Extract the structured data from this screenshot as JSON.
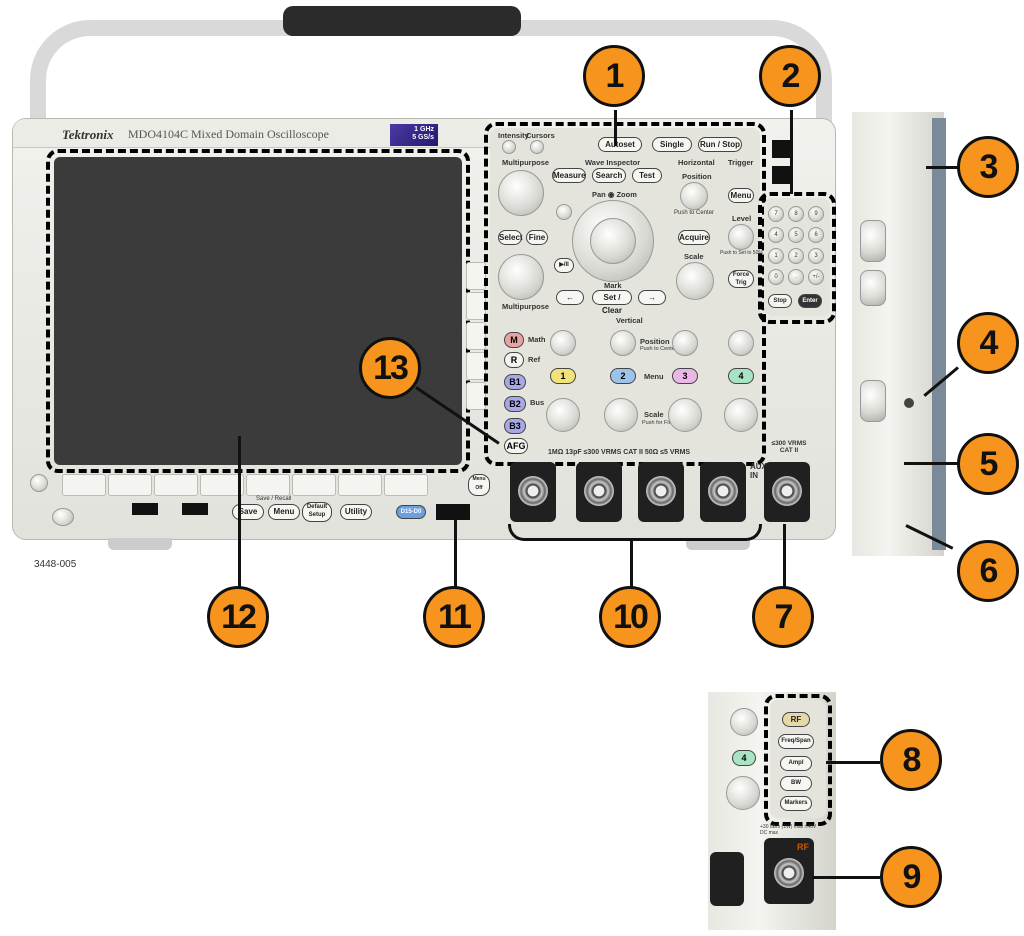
{
  "instrument": {
    "brand": "Tektronix",
    "model": "MDO4104C Mixed Domain Oscilloscope",
    "badge_line1": "1 GHz",
    "badge_line2": "5 GS/s",
    "figure_id": "3448-005"
  },
  "panel": {
    "intensity": "Intensity",
    "cursors": "Cursors",
    "autoset": "Autoset",
    "single": "Single",
    "run_stop": "Run / Stop",
    "multipurpose_a": "Multipurpose",
    "multipurpose_b": "Multipurpose",
    "wave_inspector": "Wave Inspector",
    "measure": "Measure",
    "search": "Search",
    "test": "Test",
    "pan_zoom": "Pan ◉ Zoom",
    "select": "Select",
    "fine": "Fine",
    "play_pause": "▶/II",
    "mark": "Mark",
    "set_clear": "Set / Clear",
    "prev": "←",
    "next": "→",
    "horizontal": "Horizontal",
    "position": "Position",
    "push_to_center": "Push to Center",
    "acquire": "Acquire",
    "scale": "Scale",
    "trigger": "Trigger",
    "menu": "Menu",
    "level": "Level",
    "push_to_50": "Push to Set to 50%",
    "force_trig": "Force Trig",
    "vertical": "Vertical",
    "math": "Math",
    "ref": "Ref",
    "bus": "Bus",
    "b1": "B1",
    "b2": "B2",
    "b3": "B3",
    "m": "M",
    "r": "R",
    "afg": "AFG",
    "v_position": "Position",
    "v_push_center": "Push to Center",
    "v_menu": "Menu",
    "v_scale": "Scale",
    "v_push_fine": "Push for Fine",
    "ch1": "1",
    "ch2": "2",
    "ch3": "3",
    "ch4": "4",
    "input_spec": "1MΩ 13pF ≤300 VRMS CAT II  50Ω ≤5 VRMS",
    "aux_in": "AUX IN",
    "aux_spec": "≤300 VRMS CAT II",
    "save": "Save",
    "menu2": "Menu",
    "default_setup": "Default Setup",
    "utility": "Utility",
    "save_recall": "Save / Recall",
    "dvm": "D15-D0",
    "menu_off": "Menu Off"
  },
  "keypad": [
    "7",
    "8",
    "9",
    "4",
    "5",
    "6",
    "1",
    "2",
    "3",
    "0",
    ".",
    "+/-"
  ],
  "keypad_stop": "Stop",
  "keypad_enter": "Enter",
  "rf_panel": {
    "rf": "RF",
    "freq_span": "Freq/Span",
    "ampl": "Ampl",
    "bw": "BW",
    "markers": "Markers",
    "ch4": "4",
    "rf_label": "RF",
    "rf_spec": "+30 dBm (1W) max ±40V DC max"
  },
  "callouts": [
    "1",
    "2",
    "3",
    "4",
    "5",
    "6",
    "7",
    "8",
    "9",
    "10",
    "11",
    "12",
    "13"
  ],
  "colors": {
    "callout": "#f7941d",
    "screen": "#3b3b3b",
    "ch1": "#f2e27a",
    "ch2": "#9cc3ea",
    "ch3": "#eab7e6",
    "ch4": "#a9e3c4",
    "math": "#e9a1a1",
    "bus": "#a8a8e6",
    "brand_badge": "#3a2d8e"
  }
}
